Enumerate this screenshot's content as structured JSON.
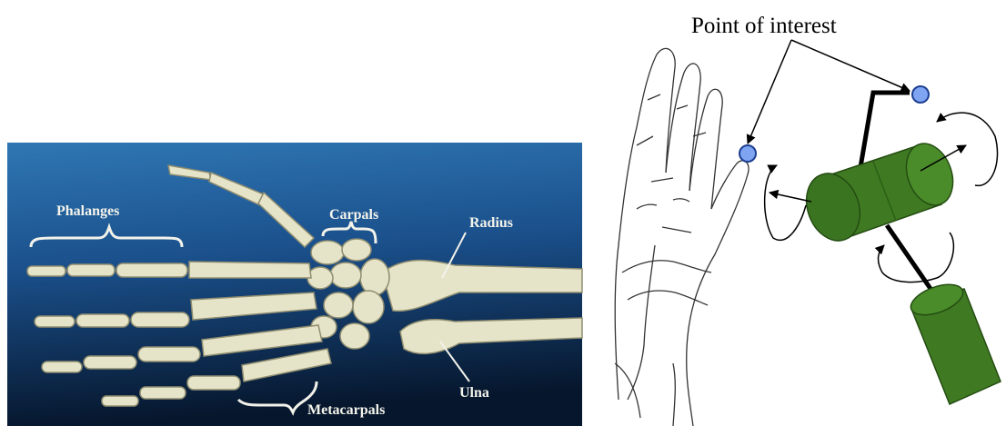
{
  "hand_skeleton_panel": {
    "labels": {
      "phalanges": "Phalanges",
      "carpals": "Carpals",
      "radius": "Radius",
      "ulna": "Ulna",
      "metacarpals": "Metacarpals"
    }
  },
  "joint_model_panel": {
    "caption": "Point of interest",
    "colors": {
      "cylinder": "#3f7a22",
      "point_fill": "#7ea4f2",
      "point_stroke": "#1d3f92"
    }
  },
  "colors": {
    "background_top": "#2f77b4",
    "background_bottom": "#06162c",
    "bone": "#e6e4c8",
    "bone_shadow": "#a9a888"
  }
}
